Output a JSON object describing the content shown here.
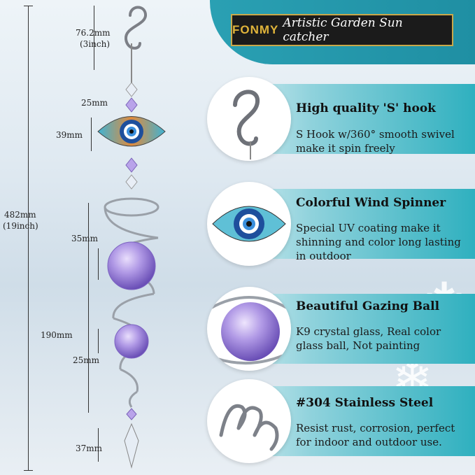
{
  "title": {
    "brand": "FONMY",
    "text": "Artistic Garden Sun catcher"
  },
  "dimensions": {
    "hook": "76.2mm",
    "hook_inch": "(3inch)",
    "connector_top": "25mm",
    "eye": "39mm",
    "total": "482mm",
    "total_inch": "(19inch)",
    "ball_big": "35mm",
    "spiral": "190mm",
    "ball_small": "25mm",
    "drop": "37mm"
  },
  "features": [
    {
      "heading": "High quality 'S' hook",
      "desc": "S Hook w/360° smooth swivel make it spin freely",
      "icon": "s-hook-icon"
    },
    {
      "heading": "Colorful Wind Spinner",
      "desc": "Special UV coating make it shinning and color long lasting in outdoor",
      "icon": "evil-eye-icon"
    },
    {
      "heading": "Beautiful Gazing Ball",
      "desc": "K9 crystal glass, Real color glass ball, Not painting",
      "icon": "crystal-ball-icon"
    },
    {
      "heading": "#304 Stainless Steel",
      "desc": "Resist rust, corrosion, perfect for indoor and outdoor use.",
      "icon": "steel-spiral-icon"
    }
  ],
  "colors": {
    "teal": "#2aa0b3",
    "crystal": "#a98fe0",
    "gold": "#e0b43a"
  }
}
